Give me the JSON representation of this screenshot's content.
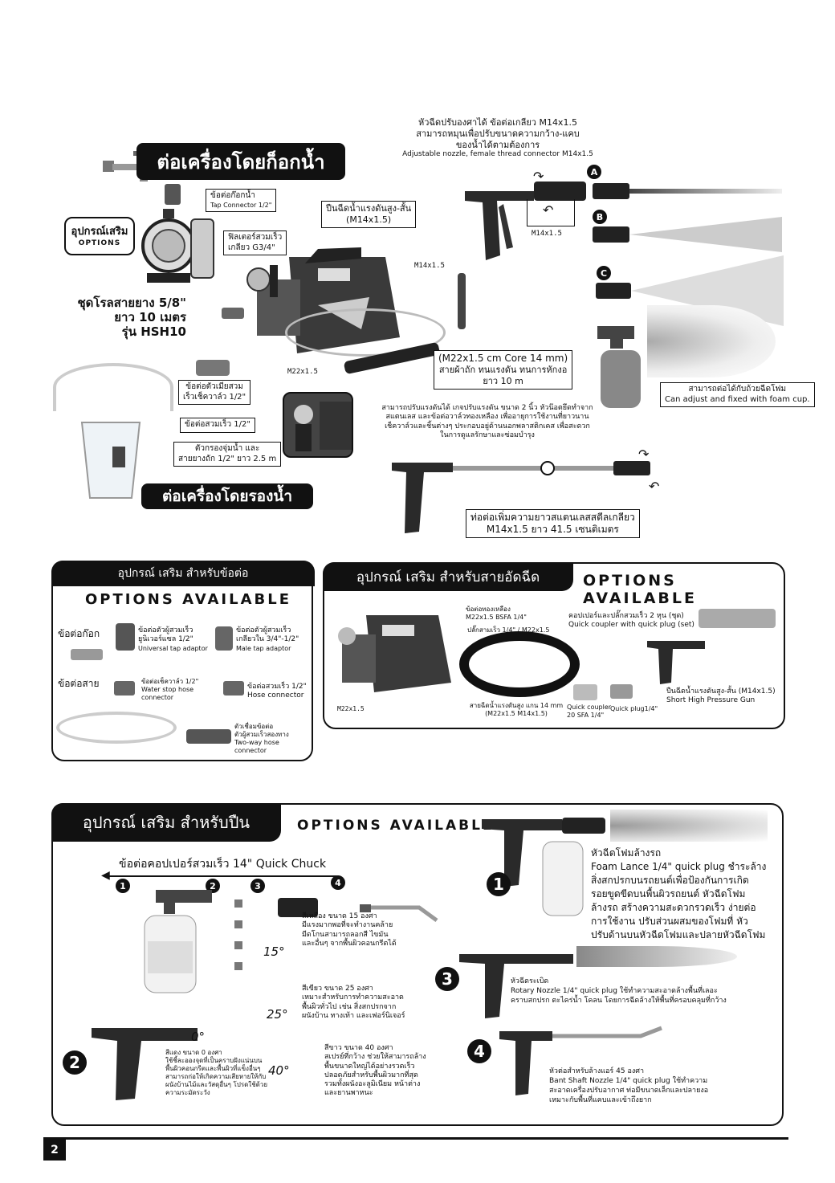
{
  "page": {
    "number": "2"
  },
  "top": {
    "banner_tap": "ต่อเครื่องโดยก็อกน้ำ",
    "banner_bucket": "ต่อเครื่องโดยรองน้ำ",
    "nozzle_desc": [
      "หัวฉีดปรับองศาได้ ข้อต่อเกลียว M14x1.5",
      "สามารถหมุนเพื่อปรับขนาดความกว้าง-แคบ",
      "ของน้ำได้ตามต้องการ",
      "Adjustable nozzle, female thread connector M14x1.5"
    ],
    "tap_connector": {
      "th": "ข้อต่อก๊อกน้ำ",
      "en": "Tap Connector 1/2\""
    },
    "options_label": {
      "th": "อุปกรณ์เสริม",
      "en": "OPTIONS"
    },
    "reel": [
      "ชุดโรลสายยาง 5/8\"",
      "ยาว 10 เมตร",
      "รุ่น HSH10"
    ],
    "filter": [
      "ฟิลเตอร์สวมเร็ว",
      "เกลียว G3/4\""
    ],
    "gun_label": [
      "ปืนฉีดน้ำแรงดันสูง-สั้น",
      "(M14x1.5)"
    ],
    "m14_a": "M14x1.5",
    "m14_b": "M14x1.5",
    "m22_a": "M22x1.5",
    "hose_spec": [
      "(M22x1.5 cm Core 14 mm)",
      "สายผ้าถัก ทนแรงดัน ทนการหักงอ",
      "ยาว 10 m"
    ],
    "female_conn": [
      "ข้อต่อตัวเมียสวม",
      "เร็วเช็ควาล์ว 1/2\""
    ],
    "quick_conn": "ข้อต่อสวมเร็ว 1/2\"",
    "bucket_filter": [
      "ตัวกรองจุ่มน้ำ และ",
      "สายยางถัก 1/2\" ยาว 2.5 m"
    ],
    "foam_cup": {
      "th": "สามารถต่อได้กับถ้วยฉีดโฟม",
      "en": "Can adjust and fixed with foam cup."
    },
    "pressure_desc": [
      "สามารถปรับแรงดันได้ เกจปรับแรงดัน ขนาด 2 นิ้ว หัวน๊อตยึดทำจาก",
      "สแตนเลส และข้อต่อวาล์วทองเหลือง เพื่ออายุการใช้งานที่ยาวนาน",
      "เช็ควาล์วและชิ้นต่างๆ ประกอบอยู่ด้านนอกพลาสติกเคส เพื่อสะดวก",
      "ในการดูแลรักษาและซ่อมบำรุง"
    ],
    "extension": [
      "ท่อต่อเพิ่มความยาวสแตนเลสสตีลเกลียว",
      "M14x1.5 ยาว 41.5 เซนติเมตร"
    ],
    "markers": [
      "A",
      "B",
      "C"
    ]
  },
  "left_panel": {
    "title": "อุปกรณ์ เสริม สำหรับข้อต่อ",
    "options": "OPTIONS AVAILABLE",
    "tap_row": "ข้อต่อก๊อก",
    "hose_row": "ข้อต่อสาย",
    "universal": {
      "th": [
        "ข้อต่อตัวผู้สวมเร็ว",
        "ยูนิเวอร์แซล 1/2\""
      ],
      "en": "Universal tap adaptor"
    },
    "male": {
      "th": [
        "ข้อต่อตัวผู้สวมเร็ว",
        "เกลียวใน 3/4\"-1/2\""
      ],
      "en": "Male tap adaptor"
    },
    "water_stop": {
      "th": "ข้อต่อเช็ควาล์ว 1/2\"",
      "en": [
        "Water stop hose",
        "connector"
      ]
    },
    "hose_connector": [
      "ข้อต่อสวมเร็ว 1/2\"",
      "Hose connector"
    ],
    "two_way": [
      "ตัวเชื่อมข้อต่อ",
      "ตัวผู้สวมเร็วสองทาง",
      "Two-way hose",
      "connector"
    ]
  },
  "right_panel": {
    "title": "อุปกรณ์ เสริม สำหรับสายอัดฉีด",
    "options": "OPTIONS AVAILABLE",
    "brass": [
      "ข้อต่อทองเหลือง",
      "M22x1.5 BSFA 1/4\""
    ],
    "plug": "ปลั๊กสามเร็ว 1/4\" / M22x1.5",
    "m22": "M22x1.5",
    "hose": [
      "สายฉีดน้ำแรงดันสูง แกน 14 mm",
      "(M22x1.5 M14x1.5)"
    ],
    "coupler": [
      "คอปเปอร์และปลั๊กสวมเร็ว 2 หุน (ชุด)",
      "Quick coupler with quick plug (set)"
    ],
    "qc": [
      "Quick coupler",
      "20 SFA 1/4\""
    ],
    "qp": "Quick plug1/4\"",
    "short_gun": [
      "ปืนฉีดน้ำแรงดันสูง-สั้น (M14x1.5)",
      "Short High Pressure Gun"
    ]
  },
  "bottom_panel": {
    "title": "อุปกรณ์ เสริม สำหรับปืน",
    "options": "OPTIONS AVAILABLE",
    "chuck": "ข้อต่อคอปเปอร์สวมเร็ว 14\" Quick Chuck",
    "nums": [
      "1",
      "2",
      "3",
      "4"
    ],
    "n15": {
      "deg": "15°",
      "text": [
        "สีเหลือง ขนาด 15 องศา",
        "มีแรงมากพอที่จะทำงานคล้าย",
        "มีดโกนสามารถลอกสี ไขมัน",
        "และอื่นๆ จากพื้นผิวคอนกรีตได้"
      ]
    },
    "n25": {
      "deg": "25°",
      "text": [
        "สีเขียว ขนาด 25 องศา",
        "เหมาะสำหรับการทำความสะอาด",
        "พื้นผิวทั่วไป เช่น สิ่งสกปรกจาก",
        "ผนังบ้าน ทางเท้า และเฟอร์นิเจอร์"
      ]
    },
    "n0": {
      "deg": "0°",
      "text": [
        "สีแดง ขนาด 0 องศา",
        "ใช้ชี้ละอองจุดที่เป็นคราบฝังแน่นบน",
        "พื้นผิวคอนกรีตและพื้นผิวที่แข็งอื่นๆ",
        "สามารถก่อให้เกิดความเสียหายให้กับ",
        "ผนังบ้านไม้และวัสดุอื่นๆ โปรดใช้ด้วย",
        "ความระมัดระวัง"
      ]
    },
    "n40": {
      "deg": "40°",
      "text": [
        "สีขาว ขนาด 40 องศา",
        "สเปรย์ที่กว้าง ช่วยให้สามารถล้าง",
        "พื้นขนาดใหญ่ได้อย่างรวดเร็ว",
        "ปลอดภัยสำหรับพื้นผิวมากที่สุด",
        "รวมทั้งผนังอะลูมิเนียม หน้าต่าง",
        "และยานพาหนะ"
      ]
    },
    "foam": [
      "หัวฉีดโฟมล้างรถ",
      "Foam Lance 1/4\" quick plug ชำระล้าง",
      "สิ่งสกปรกบนรถยนต์เพื่อป้องกันการเกิด",
      "รอยขูดขีดบนพื้นผิวรถยนต์ หัวฉีดโฟม",
      "ล้างรถ สร้างความสะดวกรวดเร็ว ง่ายต่อ",
      "การใช้งาน ปรับส่วนผสมของโฟมที่ หัว",
      "ปรับด้านบนหัวฉีดโฟมและปลายหัวฉีดโฟม"
    ],
    "rotary": [
      "หัวฉีดระเบิด",
      "Rotary Nozzle 1/4\" quick plug ใช้ทำความสะอาดล้างพื้นที่เลอะ",
      "คราบสกปรก ตะไคร่น้ำ โคลน โดยการฉีดล้างให้พื้นที่ครอบคลุมที่กว้าง"
    ],
    "bent": [
      "หัวต่อสำหรับล้างแอร์ 45 องศา",
      "Bant Shaft Nozzle 1/4\" quick plug ใช้ทำความ",
      "สะอาดเครื่องปรับอากาศ ท่อมีขนาดเล็กและปลายงอ",
      "เหมาะกับพื้นที่แคบและเข้าถึงยาก"
    ]
  }
}
